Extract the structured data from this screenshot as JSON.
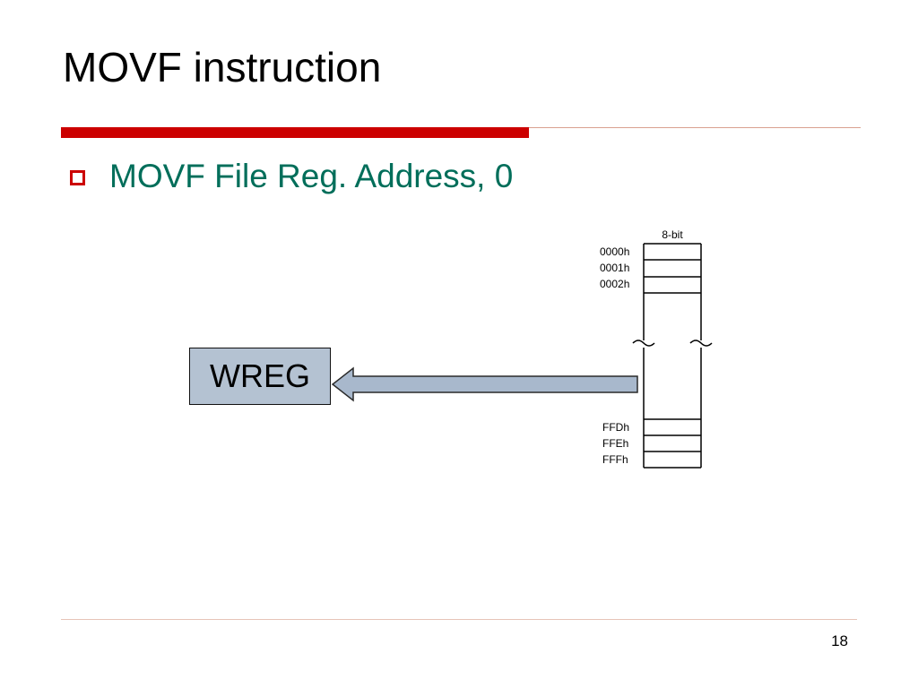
{
  "slide": {
    "title": "MOVF instruction",
    "bullet": "MOVF File Reg. Address, 0",
    "page_number": "18"
  },
  "diagram": {
    "register_box": "WREG",
    "memory_header": "8-bit",
    "top_addresses": [
      "0000h",
      "0001h",
      "0002h"
    ],
    "bottom_addresses": [
      "FFDh",
      "FFEh",
      "FFFh"
    ]
  },
  "colors": {
    "accent_red": "#cc0000",
    "bullet_text": "#006e5a",
    "register_fill": "#b4c2d2",
    "arrow_fill": "#a8b8cc"
  }
}
